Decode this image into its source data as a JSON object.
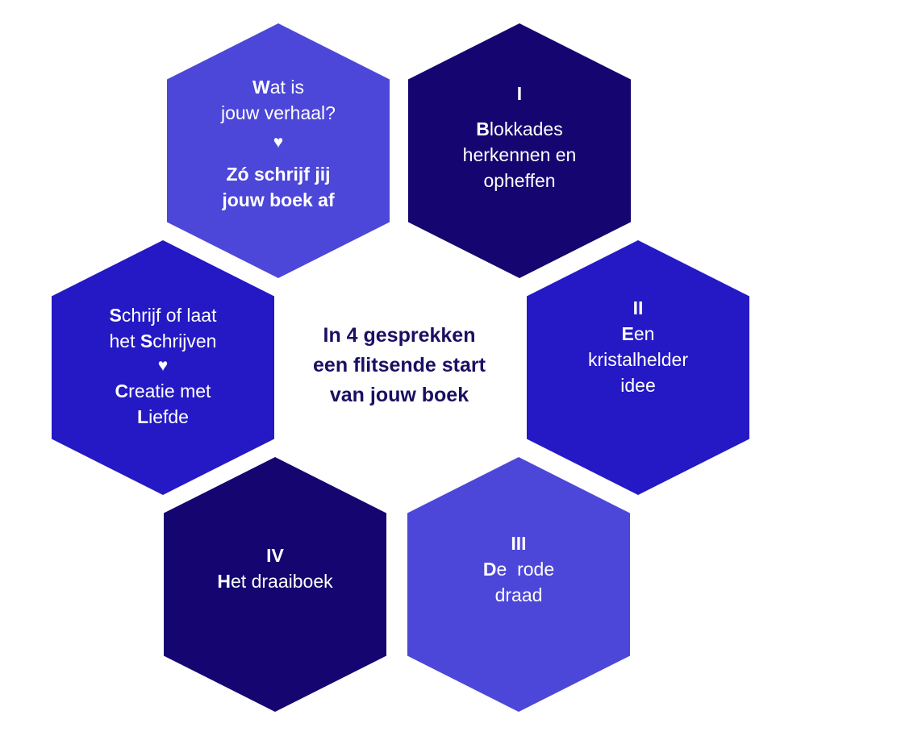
{
  "colors": {
    "light_purple": "#4c47d9",
    "dark_navy": "#140570",
    "medium_blue": "#2419c4",
    "title_text": "#1a1062",
    "hex_text": "#ffffff"
  },
  "center": {
    "title_line1": "In 4 gesprekken",
    "title_line2": "een flitsende start",
    "title_line3": "van jouw boek"
  },
  "hex_top_left": {
    "line1_initial": "W",
    "line1_rest": "at is",
    "line2": "jouw verhaal?",
    "separator": "♥",
    "bold_line1": "Zó schrijf jij",
    "bold_line2": "jouw boek af"
  },
  "hex_top_right": {
    "numeral": "I",
    "line1_initial": "B",
    "line1_rest": "lokkades",
    "line2": "herkennen en",
    "line3": "opheffen"
  },
  "hex_mid_left": {
    "line1_initial": "S",
    "line1_rest": "chrijf of laat",
    "line2_prefix": "het ",
    "line2_initial": "S",
    "line2_rest": "chrijven",
    "separator": "♥",
    "line3_initial": "C",
    "line3_rest": "reatie met",
    "line4_initial": "L",
    "line4_rest": "iefde"
  },
  "hex_mid_right": {
    "numeral": "II",
    "line1_initial": "E",
    "line1_rest": "en",
    "line2": "kristalhelder",
    "line3": "idee"
  },
  "hex_bottom_left": {
    "numeral": "IV",
    "line1_initial": "H",
    "line1_rest": "et draaiboek"
  },
  "hex_bottom_right": {
    "numeral": "III",
    "line1_initial": "D",
    "line1_rest": "e  rode",
    "line2": "draad"
  }
}
